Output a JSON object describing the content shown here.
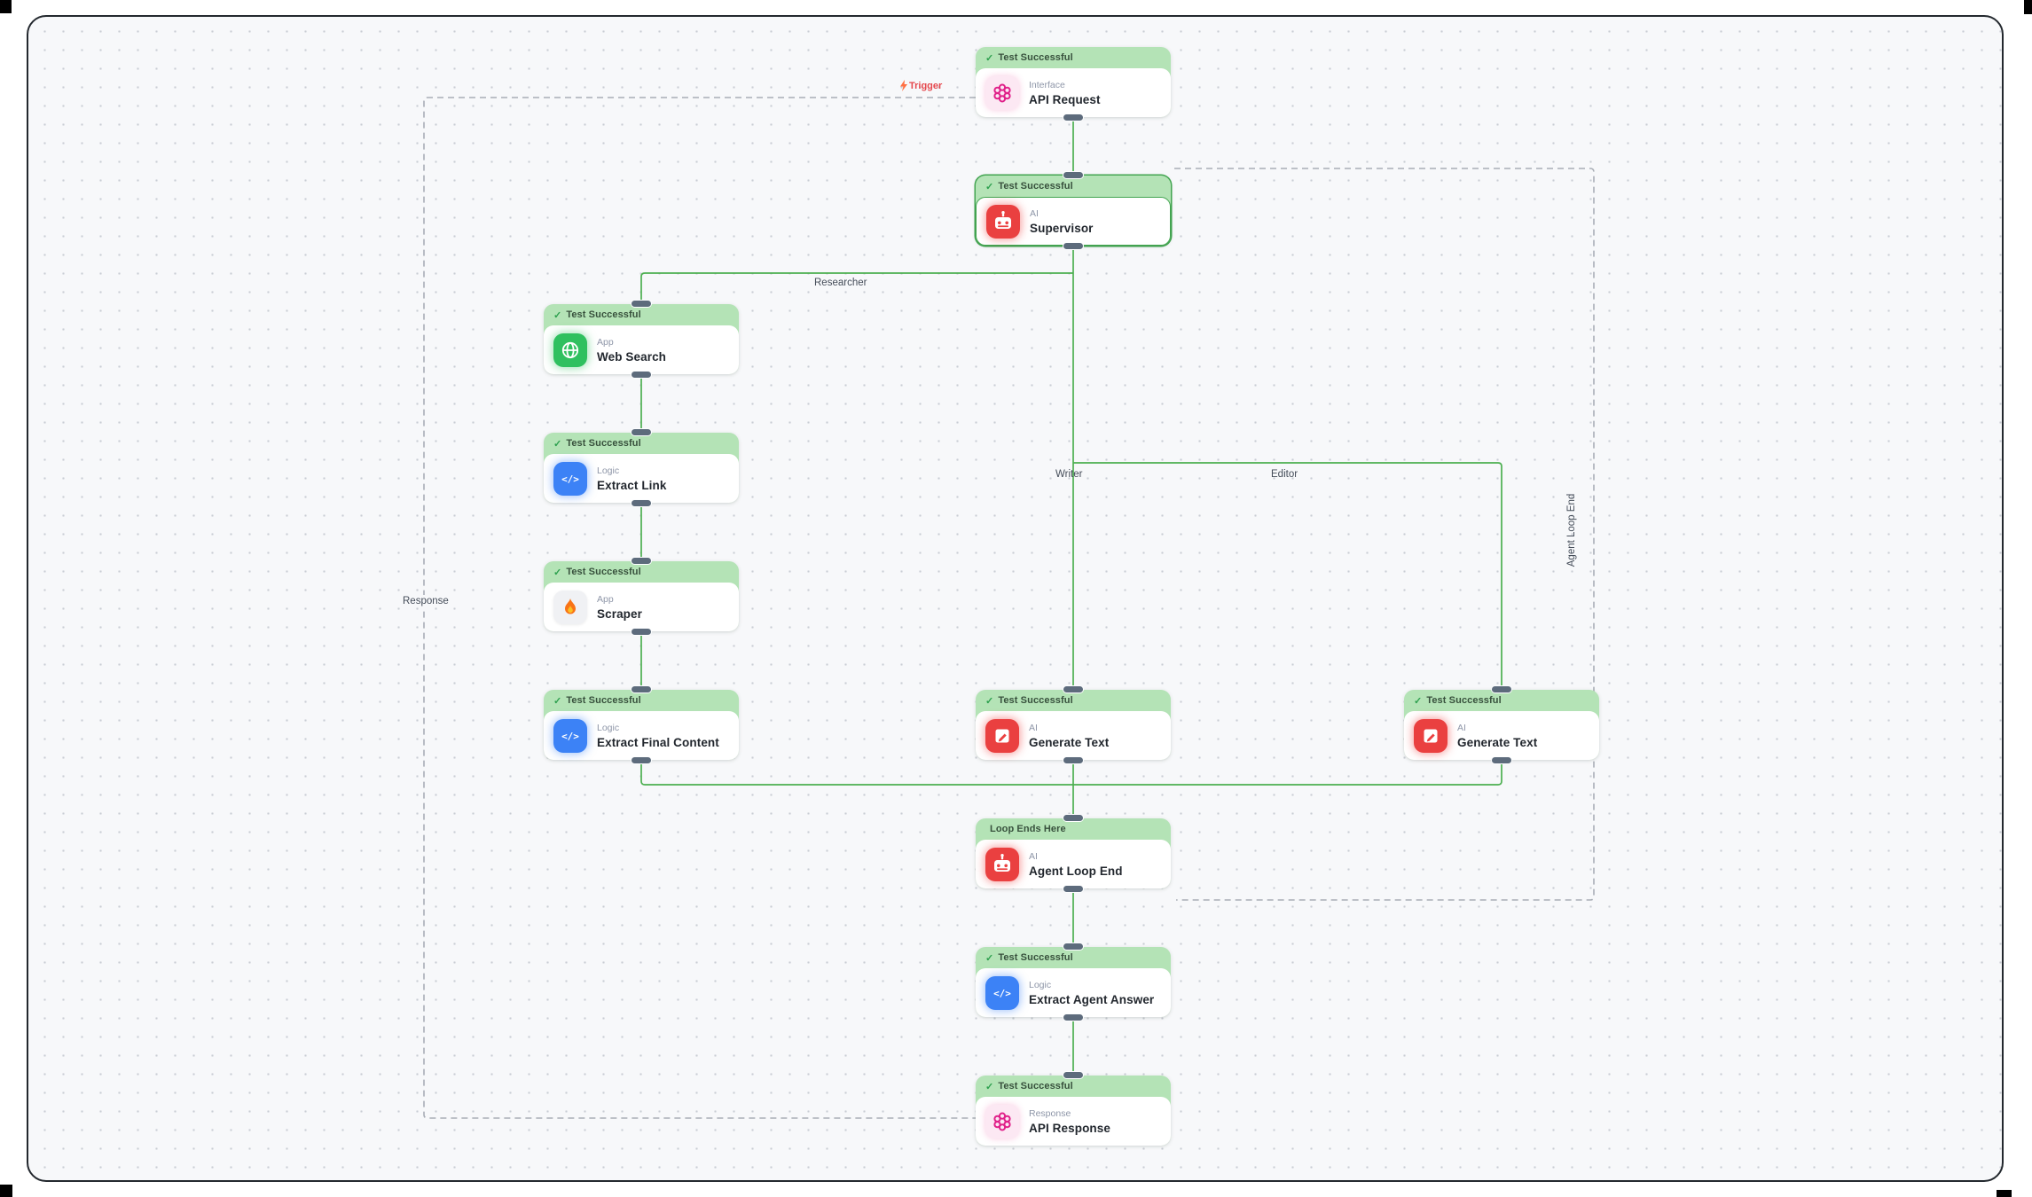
{
  "colors": {
    "edge_green": "#4caf50",
    "edge_dashed": "#a9aeb6",
    "badge_bg": "#b4e3b6",
    "accent_red": "#e5484d"
  },
  "edge_labels": {
    "trigger": "Trigger",
    "researcher": "Researcher",
    "writer": "Writer",
    "editor": "Editor",
    "response": "Response",
    "agent_loop_end": "Agent Loop End"
  },
  "nodes": [
    {
      "id": "api-request",
      "badge": "Test Successful",
      "check": "✓",
      "type": "Interface",
      "title": "API Request",
      "icon": "flower-icon"
    },
    {
      "id": "supervisor",
      "badge": "Test Successful",
      "check": "✓",
      "type": "AI",
      "title": "Supervisor",
      "icon": "robot-icon"
    },
    {
      "id": "web-search",
      "badge": "Test Successful",
      "check": "✓",
      "type": "App",
      "title": "Web Search",
      "icon": "globe-icon"
    },
    {
      "id": "extract-link",
      "badge": "Test Successful",
      "check": "✓",
      "type": "Logic",
      "title": "Extract Link",
      "icon": "code-icon"
    },
    {
      "id": "scraper",
      "badge": "Test Successful",
      "check": "✓",
      "type": "App",
      "title": "Scraper",
      "icon": "flame-icon"
    },
    {
      "id": "extract-final-content",
      "badge": "Test Successful",
      "check": "✓",
      "type": "Logic",
      "title": "Extract Final Content",
      "icon": "code-icon"
    },
    {
      "id": "generate-text-writer",
      "badge": "Test Successful",
      "check": "✓",
      "type": "AI",
      "title": "Generate Text",
      "icon": "write-icon"
    },
    {
      "id": "generate-text-editor",
      "badge": "Test Successful",
      "check": "✓",
      "type": "AI",
      "title": "Generate Text",
      "icon": "write-icon"
    },
    {
      "id": "agent-loop-end",
      "badge": "Loop Ends Here",
      "check": "",
      "type": "AI",
      "title": "Agent Loop End",
      "icon": "robot-icon"
    },
    {
      "id": "extract-agent-answer",
      "badge": "Test Successful",
      "check": "✓",
      "type": "Logic",
      "title": "Extract Agent Answer",
      "icon": "code-icon"
    },
    {
      "id": "api-response",
      "badge": "Test Successful",
      "check": "✓",
      "type": "Response",
      "title": "API Response",
      "icon": "flower-icon"
    }
  ]
}
